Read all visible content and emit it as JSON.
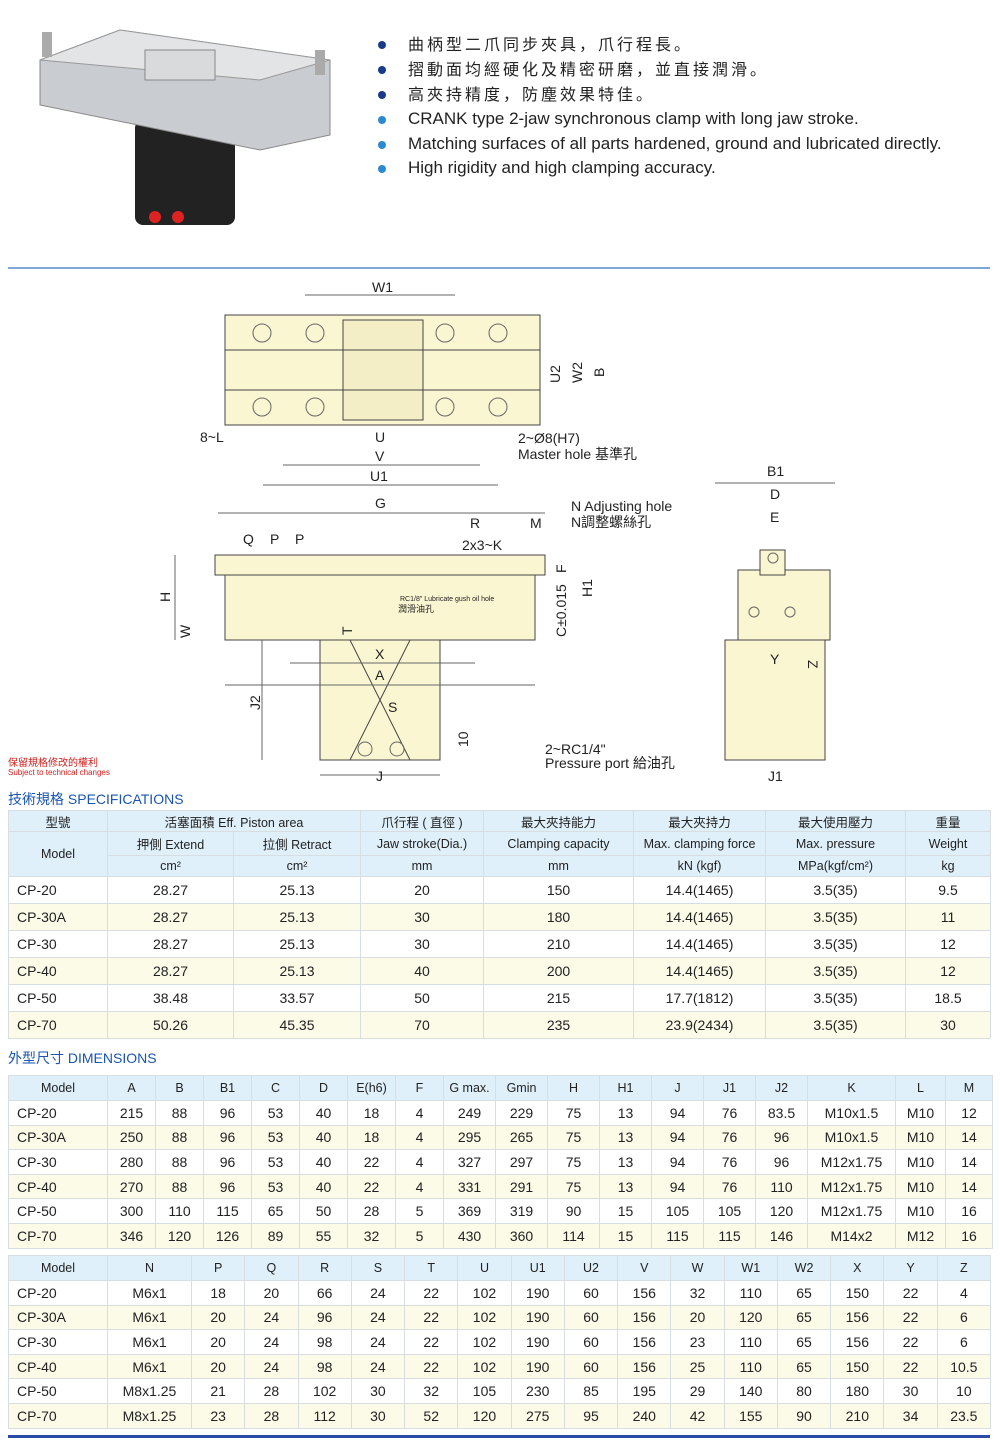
{
  "features": {
    "zh": [
      "曲柄型二爪同步夾具，爪行程長。",
      "摺動面均經硬化及精密研磨，並直接潤滑。",
      "高夾持精度，防塵效果特佳。"
    ],
    "en": [
      "CRANK type 2-jaw synchronous clamp with long jaw stroke.",
      "Matching surfaces of all parts hardened, ground and lubricated directly.",
      "High rigidity and high clamping accuracy."
    ]
  },
  "drawing": {
    "labels": {
      "W1": "W1",
      "U2": "U2",
      "W2": "W2",
      "B": "B",
      "L": "8~L",
      "U": "U",
      "V": "V",
      "U1": "U1",
      "master": "2~Ø8(H7)",
      "master2": "Master hole 基準孔",
      "G": "G",
      "R": "R",
      "M": "M",
      "Q": "Q",
      "P1": "P",
      "P2": "P",
      "K": "2x3~K",
      "N1": "N Adjusting hole",
      "N2": "N調整螺絲孔",
      "F": "F",
      "H1": "H1",
      "H": "H",
      "W": "W",
      "T": "T",
      "C": "C±0.015",
      "X": "X",
      "A": "A",
      "S": "S",
      "J2": "J2",
      "J": "J",
      "ten": "10",
      "lube1": "RC1/8\" Lubricate gush oil hole",
      "lube2": "潤滑油孔",
      "port1": "2~RC1/4\"",
      "port2": "Pressure port  給油孔",
      "B1": "B1",
      "D": "D",
      "E": "E",
      "Y": "Y",
      "Z": "Z",
      "J1": "J1"
    }
  },
  "notice": {
    "zh": "保留規格修改的權利",
    "en": "Subject to technical changes"
  },
  "specifications": {
    "title": "技術規格 SPECIFICATIONS",
    "header": {
      "model_zh": "型號",
      "model_en": "Model",
      "piston": "活塞面積 Eff. Piston area",
      "extend": "押側   Extend",
      "retract": "拉側   Retract",
      "cm1": "cm²",
      "cm2": "cm²",
      "stroke_zh": "爪行程 ( 直徑 )",
      "stroke_en": "Jaw stroke(Dia.)",
      "stroke_u": "mm",
      "cap_zh": "最大夾持能力",
      "cap_en": "Clamping capacity",
      "cap_u": "mm",
      "force_zh": "最大夾持力",
      "force_en": "Max. clamping force",
      "force_u": "kN (kgf)",
      "press_zh": "最大使用壓力",
      "press_en": "Max. pressure",
      "press_u": "MPa(kgf/cm²)",
      "weight_zh": "重量",
      "weight_en": "Weight",
      "weight_u": "kg"
    },
    "rows": [
      [
        "CP-20",
        "28.27",
        "25.13",
        "20",
        "150",
        "14.4(1465)",
        "3.5(35)",
        "9.5"
      ],
      [
        "CP-30A",
        "28.27",
        "25.13",
        "30",
        "180",
        "14.4(1465)",
        "3.5(35)",
        "11"
      ],
      [
        "CP-30",
        "28.27",
        "25.13",
        "30",
        "210",
        "14.4(1465)",
        "3.5(35)",
        "12"
      ],
      [
        "CP-40",
        "28.27",
        "25.13",
        "40",
        "200",
        "14.4(1465)",
        "3.5(35)",
        "12"
      ],
      [
        "CP-50",
        "38.48",
        "33.57",
        "50",
        "215",
        "17.7(1812)",
        "3.5(35)",
        "18.5"
      ],
      [
        "CP-70",
        "50.26",
        "45.35",
        "70",
        "235",
        "23.9(2434)",
        "3.5(35)",
        "30"
      ]
    ]
  },
  "dimensions": {
    "title": "外型尺寸 DIMENSIONS",
    "table1": {
      "columns": [
        "Model",
        "A",
        "B",
        "B1",
        "C",
        "D",
        "E(h6)",
        "F",
        "G max.",
        "Gmin",
        "H",
        "H1",
        "J",
        "J1",
        "J2",
        "K",
        "L",
        "M"
      ],
      "rows": [
        [
          "CP-20",
          "215",
          "88",
          "96",
          "53",
          "40",
          "18",
          "4",
          "249",
          "229",
          "75",
          "13",
          "94",
          "76",
          "83.5",
          "M10x1.5",
          "M10",
          "12"
        ],
        [
          "CP-30A",
          "250",
          "88",
          "96",
          "53",
          "40",
          "18",
          "4",
          "295",
          "265",
          "75",
          "13",
          "94",
          "76",
          "96",
          "M10x1.5",
          "M10",
          "14"
        ],
        [
          "CP-30",
          "280",
          "88",
          "96",
          "53",
          "40",
          "22",
          "4",
          "327",
          "297",
          "75",
          "13",
          "94",
          "76",
          "96",
          "M12x1.75",
          "M10",
          "14"
        ],
        [
          "CP-40",
          "270",
          "88",
          "96",
          "53",
          "40",
          "22",
          "4",
          "331",
          "291",
          "75",
          "13",
          "94",
          "76",
          "110",
          "M12x1.75",
          "M10",
          "14"
        ],
        [
          "CP-50",
          "300",
          "110",
          "115",
          "65",
          "50",
          "28",
          "5",
          "369",
          "319",
          "90",
          "15",
          "105",
          "105",
          "120",
          "M12x1.75",
          "M10",
          "16"
        ],
        [
          "CP-70",
          "346",
          "120",
          "126",
          "89",
          "55",
          "32",
          "5",
          "430",
          "360",
          "114",
          "15",
          "115",
          "115",
          "146",
          "M14x2",
          "M12",
          "16"
        ]
      ]
    },
    "table2": {
      "columns": [
        "Model",
        "N",
        "P",
        "Q",
        "R",
        "S",
        "T",
        "U",
        "U1",
        "U2",
        "V",
        "W",
        "W1",
        "W2",
        "X",
        "Y",
        "Z"
      ],
      "rows": [
        [
          "CP-20",
          "M6x1",
          "18",
          "20",
          "66",
          "24",
          "22",
          "102",
          "190",
          "60",
          "156",
          "32",
          "110",
          "65",
          "150",
          "22",
          "4"
        ],
        [
          "CP-30A",
          "M6x1",
          "20",
          "24",
          "96",
          "24",
          "22",
          "102",
          "190",
          "60",
          "156",
          "20",
          "120",
          "65",
          "156",
          "22",
          "6"
        ],
        [
          "CP-30",
          "M6x1",
          "20",
          "24",
          "98",
          "24",
          "22",
          "102",
          "190",
          "60",
          "156",
          "23",
          "110",
          "65",
          "156",
          "22",
          "6"
        ],
        [
          "CP-40",
          "M6x1",
          "20",
          "24",
          "98",
          "24",
          "22",
          "102",
          "190",
          "60",
          "156",
          "25",
          "110",
          "65",
          "150",
          "22",
          "10.5"
        ],
        [
          "CP-50",
          "M8x1.25",
          "21",
          "28",
          "102",
          "30",
          "32",
          "105",
          "230",
          "85",
          "195",
          "29",
          "140",
          "80",
          "180",
          "30",
          "10"
        ],
        [
          "CP-70",
          "M8x1.25",
          "23",
          "28",
          "112",
          "30",
          "52",
          "120",
          "275",
          "95",
          "240",
          "42",
          "155",
          "90",
          "210",
          "34",
          "23.5"
        ]
      ]
    }
  }
}
